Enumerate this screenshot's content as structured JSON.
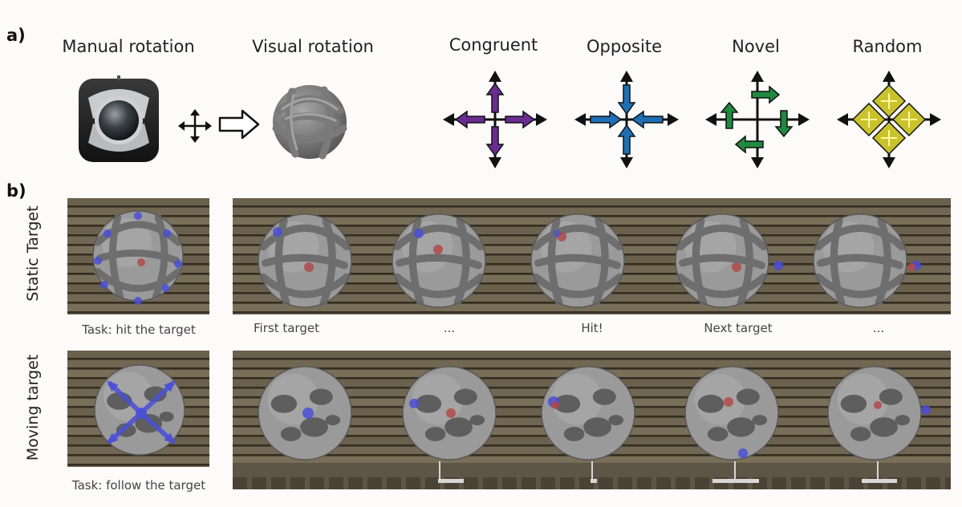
{
  "panel_a": {
    "letter": "a)",
    "manual_label": "Manual rotation",
    "visual_label": "Visual rotation",
    "mappings": [
      {
        "label": "Congruent",
        "icon": "congruent-mapping-icon",
        "color": "#6a2c91"
      },
      {
        "label": "Opposite",
        "icon": "opposite-mapping-icon",
        "color": "#1f6fb5"
      },
      {
        "label": "Novel",
        "icon": "novel-mapping-icon",
        "color": "#1f8a3e"
      },
      {
        "label": "Random",
        "icon": "random-mapping-icon",
        "color": "#c9c22c"
      }
    ]
  },
  "panel_b": {
    "letter": "b)",
    "static_row_label": "Static Target",
    "moving_row_label": "Moving target",
    "static_task": "Task: hit the target",
    "moving_task": "Task: follow the target",
    "static_frame_captions": [
      "First target",
      "...",
      "Hit!",
      "Next target",
      "..."
    ]
  },
  "colors": {
    "wood_dark": "#4b4231",
    "wood_light": "#857a63",
    "ball": "#8a8a8a",
    "target_blue": "#4a4fd6",
    "target_red": "#b04a4a"
  }
}
